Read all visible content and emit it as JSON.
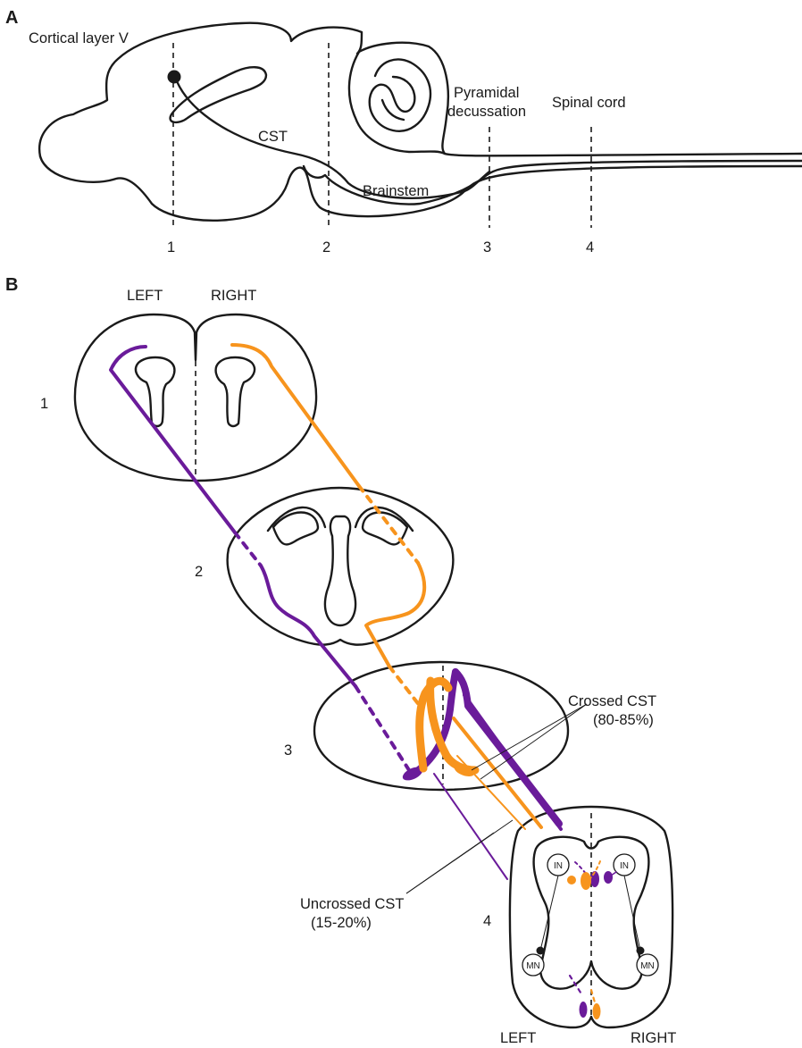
{
  "panel_a": {
    "letter": "A",
    "labels": {
      "cortical_layer": "Cortical layer V",
      "cst": "CST",
      "brainstem": "Brainstem",
      "pyramidal_1": "Pyramidal",
      "pyramidal_2": "decussation",
      "spinal_cord": "Spinal cord"
    },
    "section_numbers": [
      "1",
      "2",
      "3",
      "4"
    ]
  },
  "panel_b": {
    "letter": "B",
    "left": "LEFT",
    "right": "RIGHT",
    "section_numbers": [
      "1",
      "2",
      "3",
      "4"
    ],
    "crossed_1": "Crossed CST",
    "crossed_2": "(80-85%)",
    "uncrossed_1": "Uncrossed CST",
    "uncrossed_2": "(15-20%)",
    "in_label": "IN",
    "mn_label": "MN",
    "bottom_left": "LEFT",
    "bottom_right": "RIGHT"
  },
  "colors": {
    "purple": "#6a1b9a",
    "orange": "#f7941d",
    "outline": "#1a1a1a"
  }
}
